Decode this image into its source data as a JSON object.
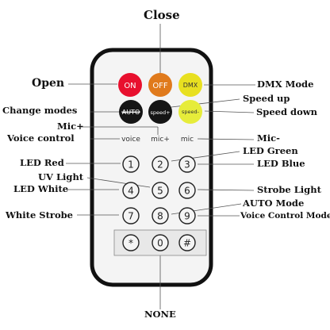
{
  "callouts": {
    "close": "Close",
    "open": "Open",
    "dmx_mode": "DMX Mode",
    "speed_up": "Speed up",
    "change_modes": "Change modes",
    "speed_down": "Speed down",
    "mic_plus": "Mic+",
    "voice_control": "Voice control",
    "mic_minus": "Mic-",
    "led_green": "LED Green",
    "led_red": "LED Red",
    "led_blue": "LED Blue",
    "uv_light": "UV Light",
    "led_white": "LED White",
    "strobe_light": "Strobe Light",
    "auto_mode": "AUTO Mode",
    "white_strobe": "White Strobe",
    "voice_control_mode": "Voice Control Mode",
    "none": "NONE"
  },
  "remote": {
    "buttons": {
      "on": "ON",
      "off": "OFF",
      "dmx": "DMX",
      "auto": "AUTO",
      "speed_plus": "speed+",
      "speed_minus": "speed-"
    },
    "labels": {
      "voice": "voice",
      "mic_plus": "mic+",
      "mic": "mic"
    },
    "keypad": [
      "1",
      "2",
      "3",
      "4",
      "5",
      "6",
      "7",
      "8",
      "9"
    ],
    "bottom_row": [
      "*",
      "0",
      "#"
    ]
  },
  "colors": {
    "on_button": "#e8102e",
    "off_button": "#e07a1c",
    "dmx_button": "#e8e020",
    "auto_button": "#151515",
    "speed_plus_button": "#151515",
    "speed_minus_button": "#e6ec3a",
    "remote_body": "#f5f5f5",
    "remote_outline": "#111111"
  }
}
